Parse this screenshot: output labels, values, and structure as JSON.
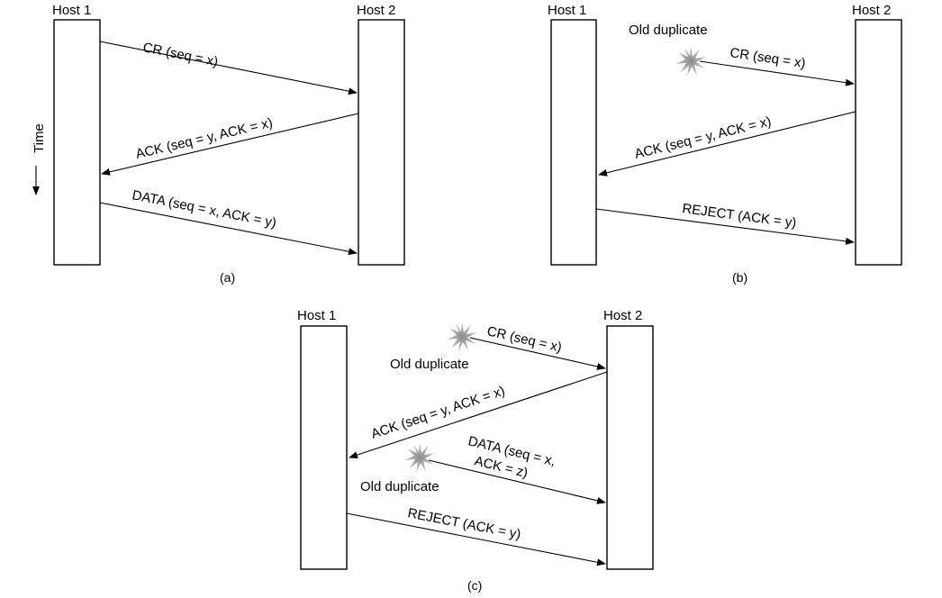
{
  "panels": [
    {
      "id": "a",
      "caption": "(a)",
      "host_left": "Host 1",
      "host_right": "Host 2",
      "time_label": "Time",
      "messages": [
        {
          "label": "CR (seq = x)"
        },
        {
          "label": "ACK (seq = y, ACK = x)"
        },
        {
          "label": "DATA (seq = x, ACK = y)"
        }
      ]
    },
    {
      "id": "b",
      "caption": "(b)",
      "host_left": "Host 1",
      "host_right": "Host 2",
      "notes": [
        "Old duplicate"
      ],
      "messages": [
        {
          "label": "CR (seq = x)"
        },
        {
          "label": "ACK (seq = y, ACK = x)"
        },
        {
          "label": "REJECT (ACK = y)"
        }
      ]
    },
    {
      "id": "c",
      "caption": "(c)",
      "host_left": "Host 1",
      "host_right": "Host 2",
      "notes": [
        "Old duplicate",
        "Old duplicate"
      ],
      "messages": [
        {
          "label": "CR (seq = x)"
        },
        {
          "label": "ACK (seq = y, ACK = x)"
        },
        {
          "label_line1": "DATA (seq = x,",
          "label_line2": "ACK = z)"
        },
        {
          "label": "REJECT (ACK = y)"
        }
      ]
    }
  ],
  "colors": {
    "line": "#000000",
    "star": "#9a9a9a"
  },
  "icons": {
    "duplicate_marker": "starburst-icon",
    "time_arrow": "arrow-down-icon"
  }
}
